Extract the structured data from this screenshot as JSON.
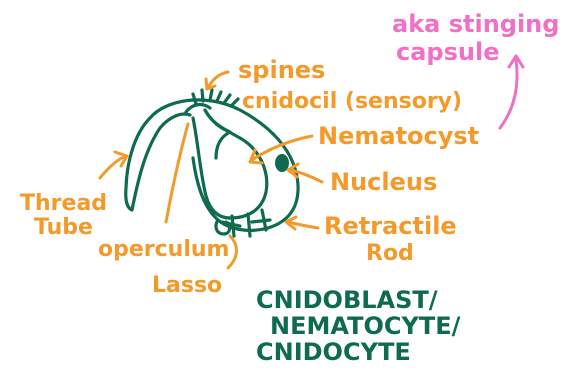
{
  "diagram": {
    "colors": {
      "structure": "#0f6b4f",
      "labels": "#f39a2a",
      "note": "#f06fc7",
      "title": "#0f6b4f"
    },
    "labels": {
      "spines": "spines",
      "cnidocil": "cnidocil (sensory)",
      "nematocyst": "Nematocyst",
      "nucleus": "Nucleus",
      "retractile_line1": "Retractile",
      "retractile_line2": "Rod",
      "thread_line1": "Thread",
      "thread_line2": "Tube",
      "operculum": "operculum",
      "lasso": "Lasso"
    },
    "note": {
      "line1": "aka stinging",
      "line2": "capsule"
    },
    "title": {
      "line1": "CNIDOBLAST/",
      "line2": "NEMATOCYTE/",
      "line3": "CNIDOCYTE"
    }
  }
}
